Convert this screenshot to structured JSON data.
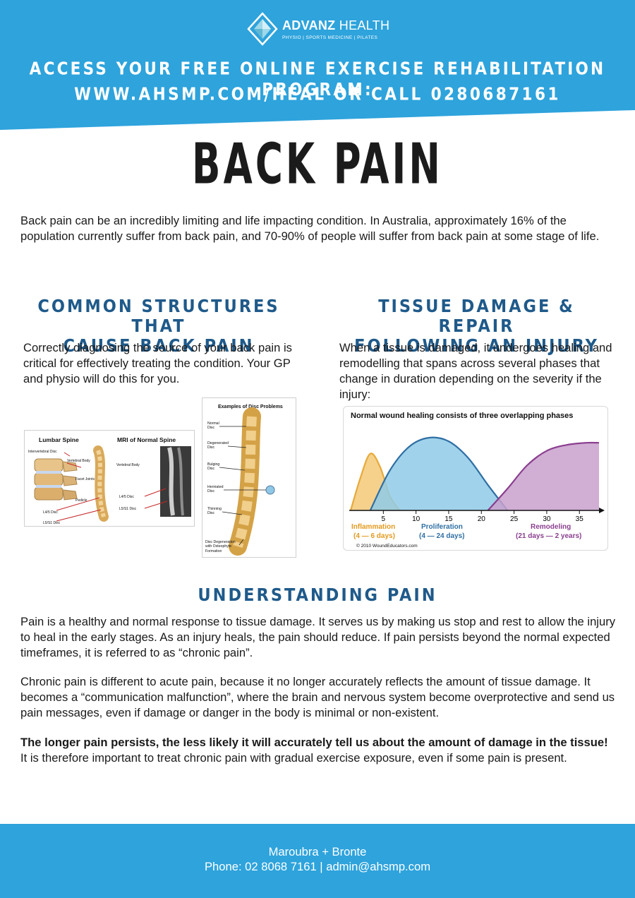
{
  "brand": {
    "name_bold": "ADVANZ",
    "name_light": " HEALTH",
    "tagline": "PHYSIO | SPORTS MEDICINE | PILATES",
    "logo_icon": "diamond-logo-icon"
  },
  "banner": {
    "line1": "ACCESS YOUR FREE ONLINE EXERCISE REHABILITATION PROGRAM:",
    "line2": "WWW.AHSMP.COM/HEAL OR CALL 0280687161"
  },
  "title": "BACK PAIN",
  "intro": "Back pain can be an incredibly limiting and life impacting condition. In Australia, approximately 16% of the population currently suffer from back pain, and 70-90% of people will suffer from back pain at some stage of life.",
  "structures": {
    "heading_line1": "COMMON STRUCTURES THAT",
    "heading_line2": "CAUSE BACK PAIN",
    "text": "Correctly diagnosing the source of your back pain is critical for effectively treating the condition. Your GP and physio will do this for you.",
    "spine_figure": {
      "title_left": "Lumbar Spine",
      "title_right": "MRI of Normal Spine",
      "labels": [
        "Intervertebral Disc",
        "Vertebral Body",
        "Facet Joints",
        "Pedicle",
        "L4/5 Disc",
        "L5/S1 Disc",
        "Vertebral Body",
        "L4/5 Disc",
        "L5/S1 Disc"
      ]
    },
    "disc_figure": {
      "title": "Examples of Disc Problems",
      "labels": [
        "Normal Disc",
        "Degenerated Disc",
        "Bulging Disc",
        "Herniated Disc",
        "Thinning Disc",
        "Disc Degeneration with Osteophyte Formation"
      ]
    }
  },
  "tissue": {
    "heading_line1": "TISSUE DAMAGE & REPAIR",
    "heading_line2": "FOLLOWING AN INJURY",
    "text": "When a tissue is damaged, it undergoes healing and remodelling that spans across several phases that change in duration depending on the severity if the injury:"
  },
  "chart_data": {
    "type": "area",
    "title": "Normal wound healing consists of three overlapping phases",
    "x_ticks": [
      "5",
      "10",
      "15",
      "20",
      "25",
      "30",
      "35"
    ],
    "xlim": [
      0,
      38
    ],
    "series": [
      {
        "name": "Inflammation",
        "range": "(4 — 6 days)",
        "color": "#e8a93a",
        "fill": "#f3c978",
        "x": [
          0,
          1.5,
          3,
          4.5,
          6,
          7.5
        ],
        "y": [
          0,
          0.45,
          0.78,
          0.6,
          0.2,
          0
        ]
      },
      {
        "name": "Proliferation",
        "range": "(4 — 24 days)",
        "color": "#2f6fa3",
        "fill": "#8fcbe8",
        "x": [
          3,
          6,
          9,
          12,
          15,
          18,
          21,
          24
        ],
        "y": [
          0,
          0.55,
          0.88,
          1.0,
          0.95,
          0.72,
          0.35,
          0
        ]
      },
      {
        "name": "Remodeling",
        "range": "(21 days — 2 years)",
        "color": "#8a3f8f",
        "fill": "#c9a0cc",
        "x": [
          21,
          24,
          27,
          30,
          33,
          36,
          38
        ],
        "y": [
          0,
          0.3,
          0.62,
          0.82,
          0.9,
          0.93,
          0.93
        ]
      }
    ],
    "copyright": "© 2010 WoundEducators.com"
  },
  "understanding": {
    "heading": "UNDERSTANDING PAIN",
    "p1": "Pain is a healthy and normal response to tissue damage. It serves us by making us stop and rest to allow the injury to heal in the early stages. As an injury heals, the pain should reduce. If pain persists beyond the normal expected timeframes, it is referred to as “chronic pain”.",
    "p2": "Chronic pain is different to acute pain, because it no longer accurately reflects the amount of tissue damage. It becomes a “communication malfunction”, where the brain and nervous system become overprotective and send us pain messages, even if damage or danger in the body is minimal or non-existent.",
    "p3_bold": "The longer pain persists, the less likely it will accurately tell us about the amount of damage in the tissue!",
    "p3_rest": " It is therefore important to treat chronic pain with gradual exercise exposure, even if some pain is present."
  },
  "footer": {
    "location": "Maroubra + Bronte",
    "contact": "Phone: 02 8068 7161  | admin@ahsmp.com"
  },
  "colors": {
    "header_blue": "#2ea3dc",
    "heading_blue": "#1f5a8a"
  }
}
